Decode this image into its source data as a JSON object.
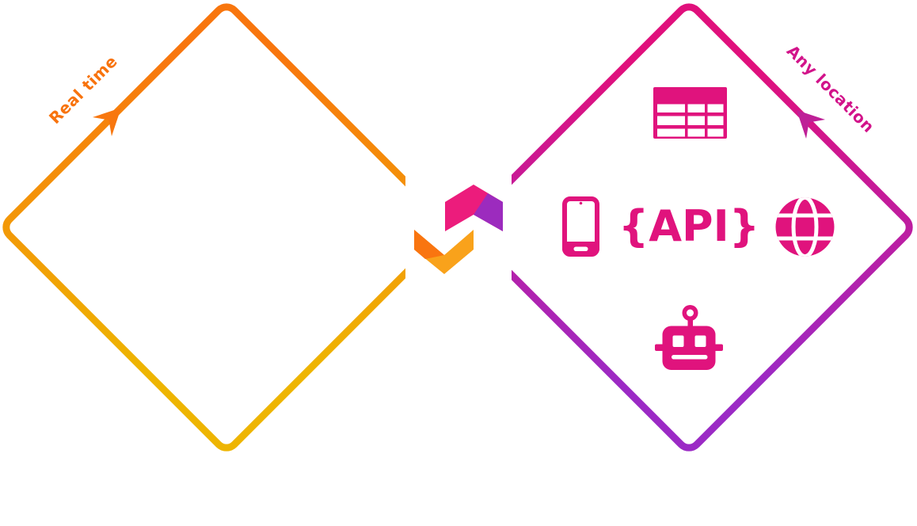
{
  "labels": {
    "real_time": "Real time",
    "any_location": "Any location",
    "api": "{API}"
  },
  "icons": {
    "table": "data-table-icon",
    "phone": "smartphone-icon",
    "globe": "globe-icon",
    "robot": "robot-icon"
  },
  "colors": {
    "left_gradient_start": "#F8760E",
    "left_gradient_end": "#EEB502",
    "right_gradient_start": "#E0107C",
    "right_gradient_end": "#9B2AC5",
    "icon": "#E0137D",
    "logo_pink": "#EC1C7C",
    "logo_purple": "#9C2BBE",
    "logo_orange": "#F97510",
    "logo_amber": "#F9A21B",
    "real_time_label": "#F8730D",
    "any_location_label": "#D2138A",
    "left_arrow": "#F8770F",
    "right_arrow": "#BE2097",
    "background": "#FFFFFF"
  }
}
